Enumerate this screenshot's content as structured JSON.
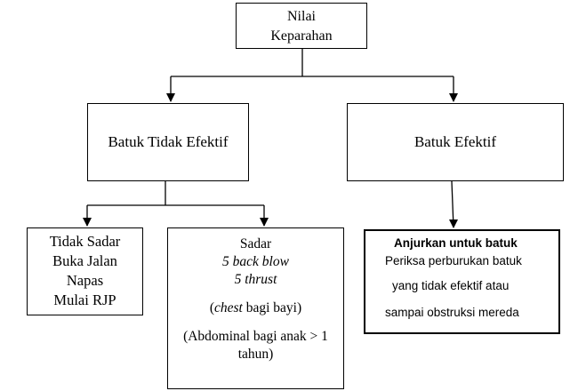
{
  "root": {
    "lines": [
      "Nilai",
      "Keparahan"
    ]
  },
  "branches": {
    "left": {
      "label": "Batuk Tidak Efektif"
    },
    "right": {
      "label": "Batuk Efektif"
    }
  },
  "leaves": {
    "unconscious": {
      "lines": [
        "Tidak Sadar",
        "Buka Jalan",
        "Napas",
        "Mulai RJP"
      ]
    },
    "conscious": {
      "title": "Sadar",
      "back_blow": {
        "count": "5",
        "term": "back blow"
      },
      "thrust": {
        "count": "5",
        "term": "thrust"
      },
      "infant_note": {
        "open": "(",
        "term": "chest",
        "rest": " bagi bayi)"
      },
      "child_note": {
        "line1": "(Abdominal bagi anak > 1",
        "line2": "tahun)"
      }
    },
    "advice": {
      "title": "Anjurkan untuk batuk",
      "lines": [
        "Periksa perburukan batuk",
        "yang tidak efektif atau",
        "sampai obstruksi mereda"
      ]
    }
  },
  "colors": {
    "stroke": "#000000",
    "background": "#ffffff"
  }
}
